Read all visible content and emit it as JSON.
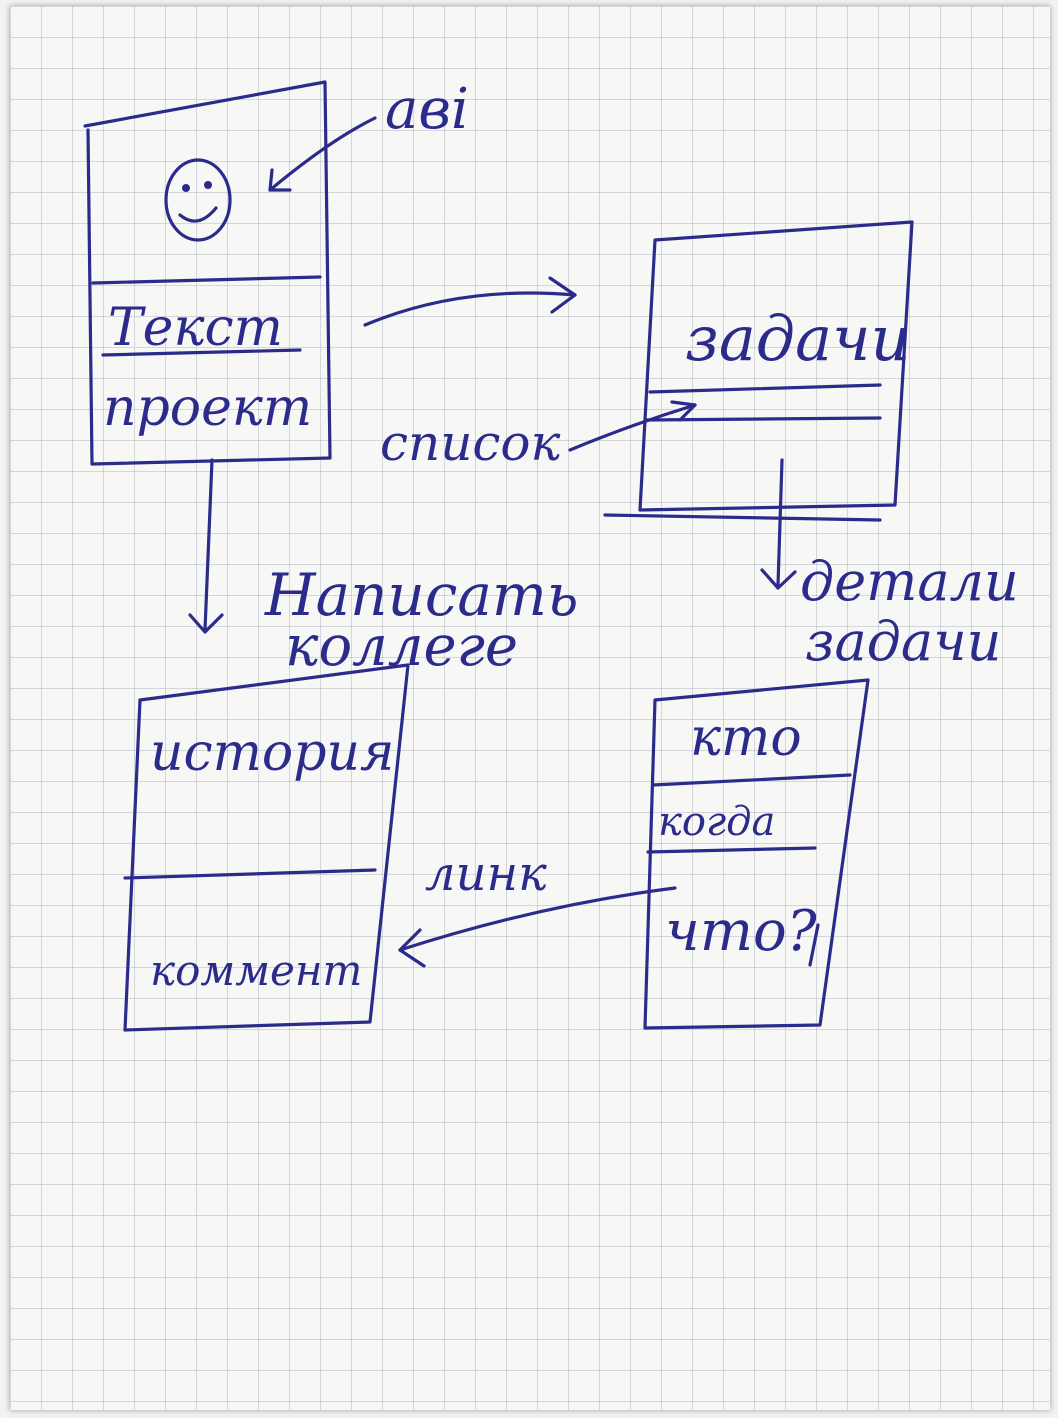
{
  "labels": {
    "avatar": "аві",
    "text_project": "Текст",
    "project": "проект",
    "tasks": "задачи",
    "list": "список",
    "write_colleague_1": "Написать",
    "write_colleague_2": "коллеге",
    "task_details_1": "детали",
    "task_details_2": "задачи",
    "history": "история",
    "comments": "коммент",
    "link": "линк",
    "who": "кто",
    "when": "когда",
    "what": "что?"
  },
  "colors": {
    "ink": "#2b2b8c",
    "paper": "#f7f7f5",
    "grid": "#8a93a6"
  }
}
